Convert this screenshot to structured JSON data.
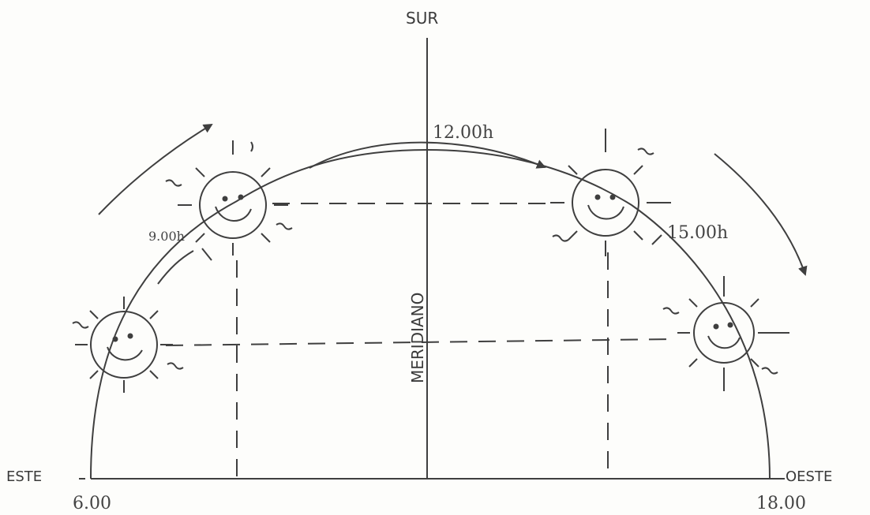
{
  "labels": {
    "north": "SUR",
    "east": "ESTE",
    "west": "OESTE",
    "meridian": "MERIDIANO",
    "time_0600": "6.00",
    "time_0900": "9.00h",
    "time_1200": "12.00h",
    "time_1500": "15.00h",
    "time_1800": "18.00"
  },
  "colors": {
    "ink": "#3f3f3f",
    "paper": "#fdfdfb"
  }
}
